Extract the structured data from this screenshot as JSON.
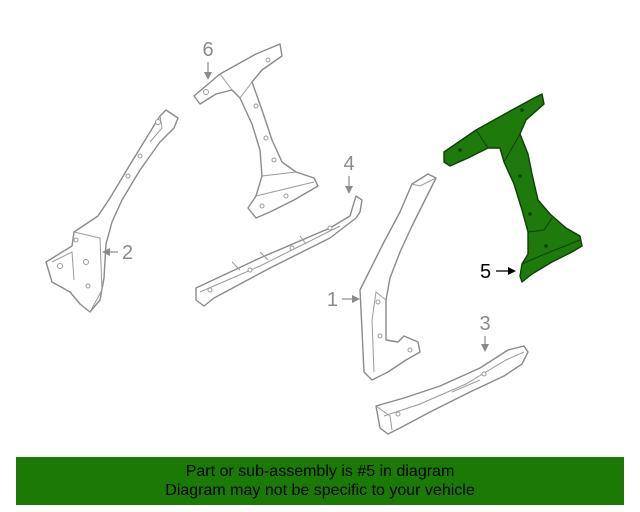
{
  "diagram": {
    "callouts": {
      "c1": "1",
      "c2": "2",
      "c3": "3",
      "c4": "4",
      "c5": "5",
      "c6": "6"
    },
    "highlighted_part": "5",
    "highlight_color": "#1e7a0a",
    "line_color": "#8a8a8a"
  },
  "banner": {
    "line1": "Part or sub-assembly is #5 in diagram",
    "line2": "Diagram may not be specific to your vehicle",
    "background_color": "#1b7a06"
  }
}
